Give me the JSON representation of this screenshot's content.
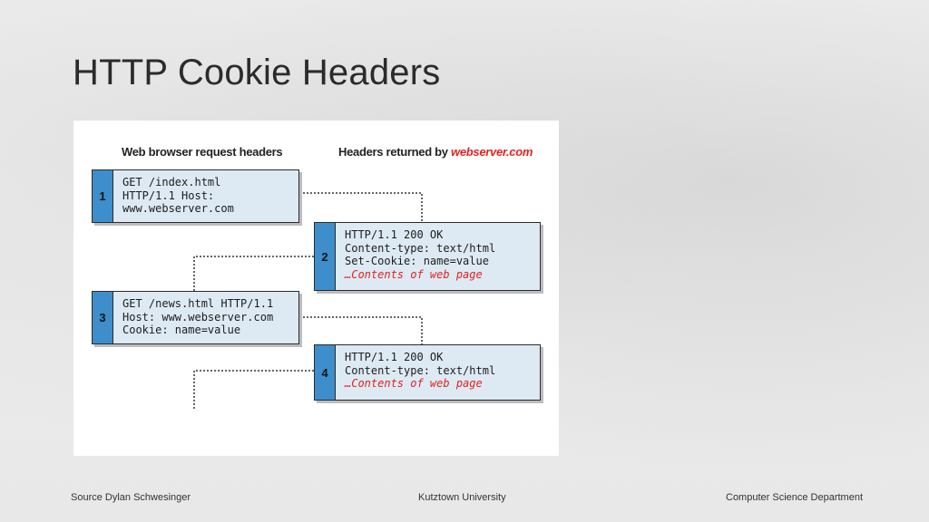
{
  "slide": {
    "title": "HTTP Cookie Headers"
  },
  "diagram": {
    "left_heading": "Web browser request headers",
    "right_heading_prefix": "Headers returned by ",
    "right_heading_host": "webserver.com",
    "messages": [
      {
        "number": "1",
        "side": "client",
        "lines": [
          "GET /index.html",
          "HTTP/1.1 Host:",
          "www.webserver.com"
        ],
        "highlight": ""
      },
      {
        "number": "2",
        "side": "server",
        "lines": [
          "HTTP/1.1 200 OK",
          "Content-type: text/html",
          "Set-Cookie: name=value"
        ],
        "highlight": "…Contents of web page"
      },
      {
        "number": "3",
        "side": "client",
        "lines": [
          "GET /news.html HTTP/1.1",
          "Host: www.webserver.com",
          "Cookie: name=value"
        ],
        "highlight": ""
      },
      {
        "number": "4",
        "side": "server",
        "lines": [
          "HTTP/1.1 200 OK",
          "Content-type: text/html"
        ],
        "highlight": "…Contents of web page"
      }
    ],
    "colors": {
      "box_fill": "#ddeaf3",
      "number_fill": "#3d8ecb",
      "highlight": "#e32222"
    }
  },
  "footer": {
    "source": "Source Dylan Schwesinger",
    "university": "Kutztown University",
    "department": "Computer Science Department"
  }
}
